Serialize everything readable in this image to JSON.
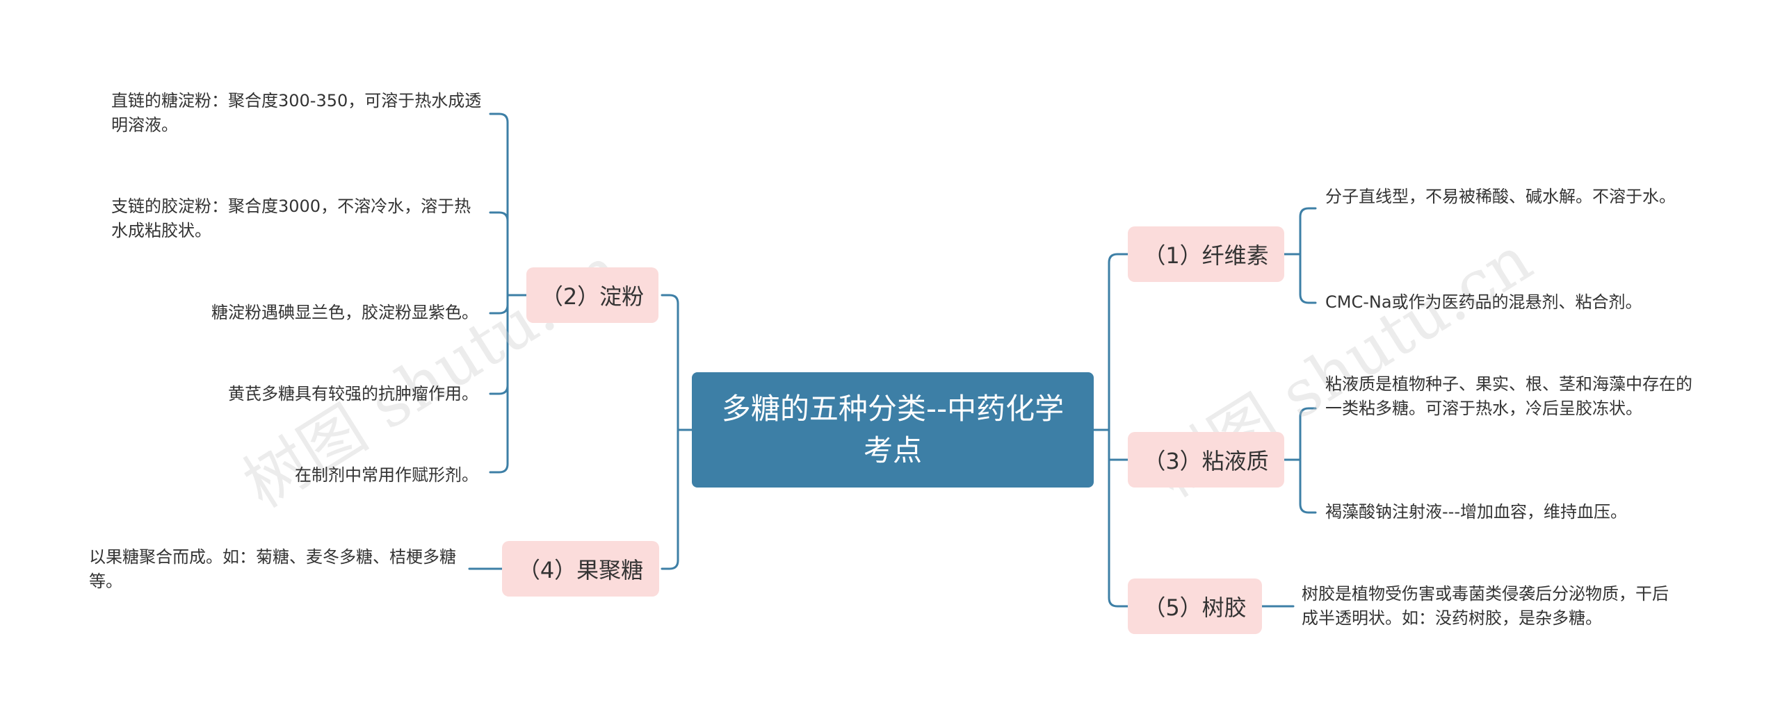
{
  "root": {
    "title": "多糖的五种分类--中药化学考点"
  },
  "branches": [
    {
      "label": "（2）淀粉",
      "leaves": [
        "直链的糖淀粉：聚合度300-350，可溶于热水成透明溶液。",
        "支链的胶淀粉：聚合度3000，不溶冷水，溶于热水成粘胶状。",
        "糖淀粉遇碘显兰色，胶淀粉显紫色。",
        "黄芪多糖具有较强的抗肿瘤作用。",
        "在制剂中常用作赋形剂。"
      ]
    },
    {
      "label": "（4）果聚糖",
      "leaves": [
        "以果糖聚合而成。如：菊糖、麦冬多糖、桔梗多糖等。"
      ]
    },
    {
      "label": "（1）纤维素",
      "leaves": [
        "分子直线型，不易被稀酸、碱水解。不溶于水。",
        "CMC-Na或作为医药品的混悬剂、粘合剂。"
      ]
    },
    {
      "label": "（3）粘液质",
      "leaves": [
        "粘液质是植物种子、果实、根、茎和海藻中存在的一类粘多糖。可溶于热水，冷后呈胶冻状。",
        "褐藻酸钠注射液---增加血容，维持血压。"
      ]
    },
    {
      "label": "（5）树胶",
      "leaves": [
        "树胶是植物受伤害或毒菌类侵袭后分泌物质，干后成半透明状。如：没药树胶，是杂多糖。"
      ]
    }
  ],
  "watermark": "树图 shutu.cn",
  "colors": {
    "root_bg": "#3d7fa6",
    "branch_bg": "#fbdcdb",
    "line": "#3d7fa6"
  }
}
